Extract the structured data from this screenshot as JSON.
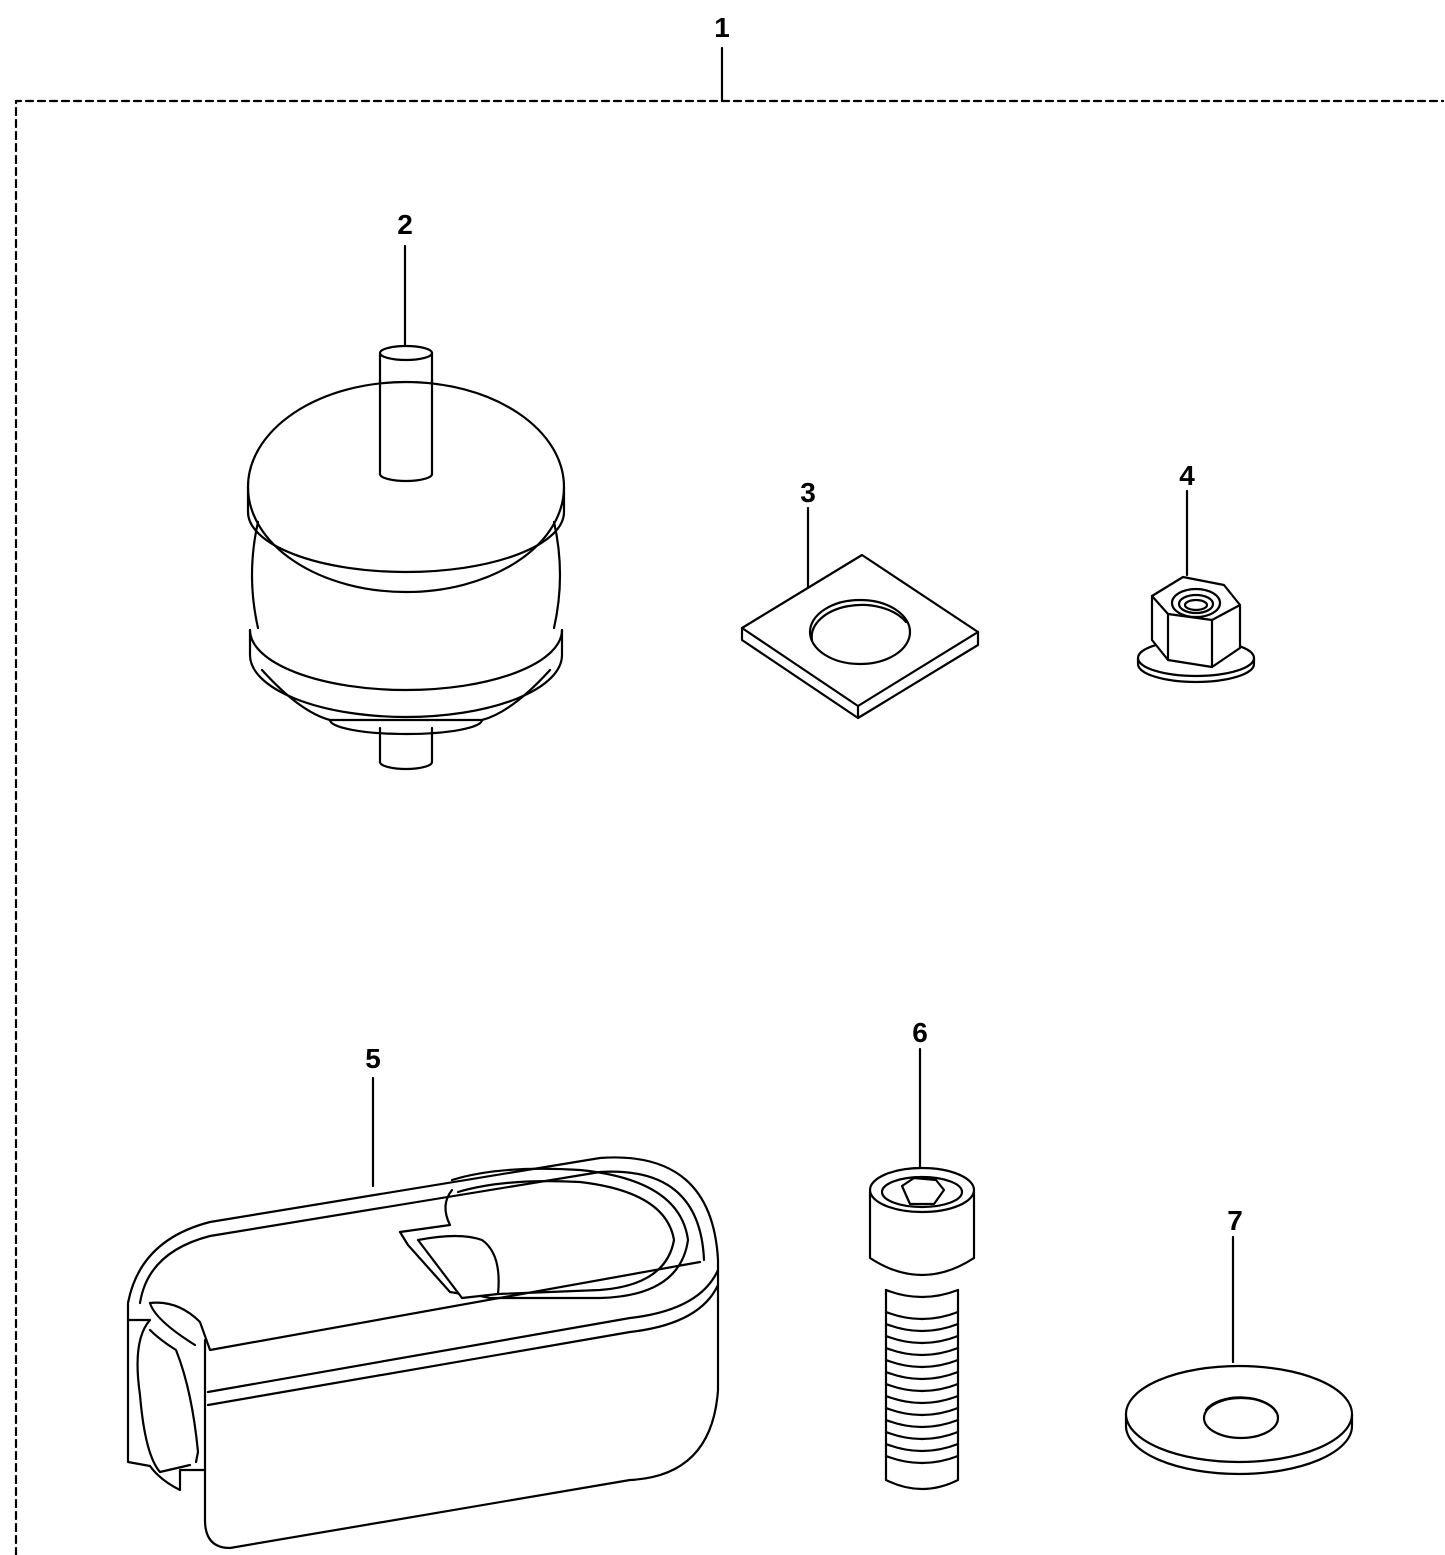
{
  "diagram": {
    "type": "exploded-parts-view",
    "callouts": [
      {
        "id": "1",
        "part": "kit-assembly"
      },
      {
        "id": "2",
        "part": "rubber-vibration-mount"
      },
      {
        "id": "3",
        "part": "square-plate-washer"
      },
      {
        "id": "4",
        "part": "flange-hex-nut"
      },
      {
        "id": "5",
        "part": "clamp-cover"
      },
      {
        "id": "6",
        "part": "socket-head-cap-screw"
      },
      {
        "id": "7",
        "part": "flat-washer"
      }
    ]
  }
}
